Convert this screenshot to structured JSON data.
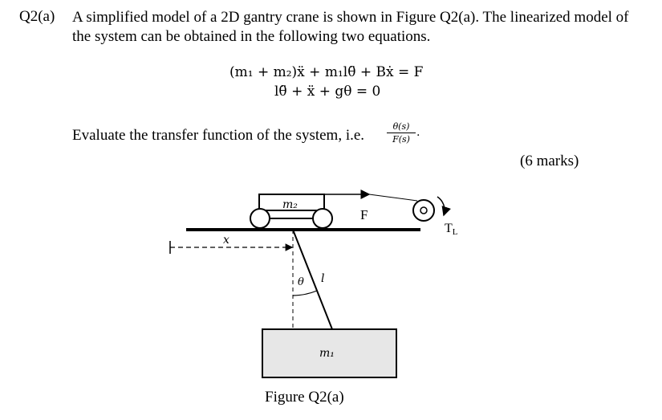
{
  "question": {
    "number": "Q2(a)",
    "text": "A simplified model of a 2D gantry crane is shown in Figure Q2(a). The linearized model of the system can be obtained in the following two equations."
  },
  "equations": {
    "eq1": "(m₁ + m₂)ẍ + m₁lθ̈ + Bẋ = F",
    "eq2": "lθ̈ + ẍ + gθ = 0"
  },
  "task": {
    "text": "Evaluate the transfer function of the system, i.e.",
    "tf_numerator": "θ(s)",
    "tf_denominator": "F(s)",
    "tf_suffix": ".",
    "marks": "(6 marks)"
  },
  "figure": {
    "trolley_label": "m₂",
    "force_label": "F",
    "torque_label": "T",
    "torque_sub": "L",
    "displacement_label": "x",
    "angle_label": "θ",
    "length_label": "l",
    "load_label": "m₁",
    "caption": "Figure Q2(a)"
  }
}
